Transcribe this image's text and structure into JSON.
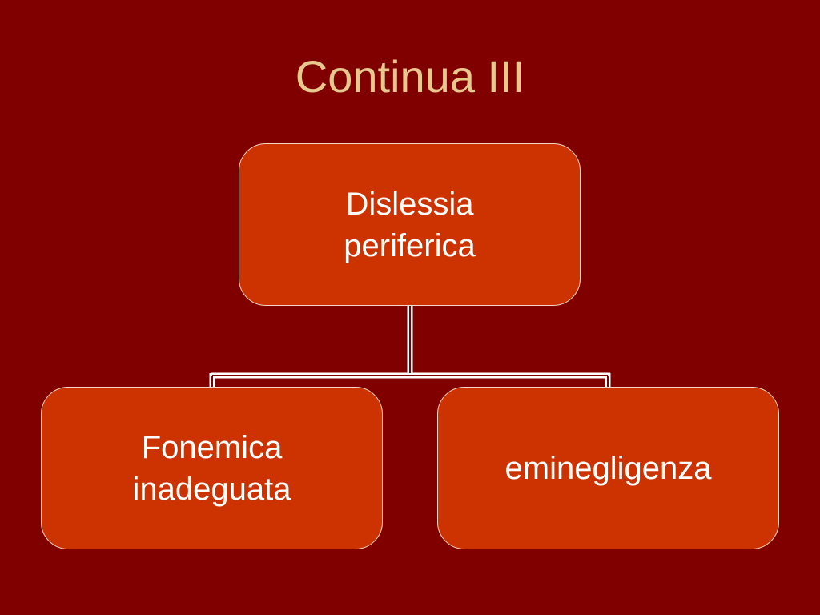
{
  "slide": {
    "title": "Continua III",
    "background_color": "#800000",
    "title_color": "#e8c88c"
  },
  "diagram": {
    "root": {
      "label": "Dislessia\nperiferica",
      "fill_color": "#cc3300"
    },
    "children": [
      {
        "label": "Fonemica\ninadeguata",
        "fill_color": "#cc3300"
      },
      {
        "label": "eminegligenza",
        "fill_color": "#cc3300"
      }
    ],
    "connector_color": "#ffffff"
  }
}
